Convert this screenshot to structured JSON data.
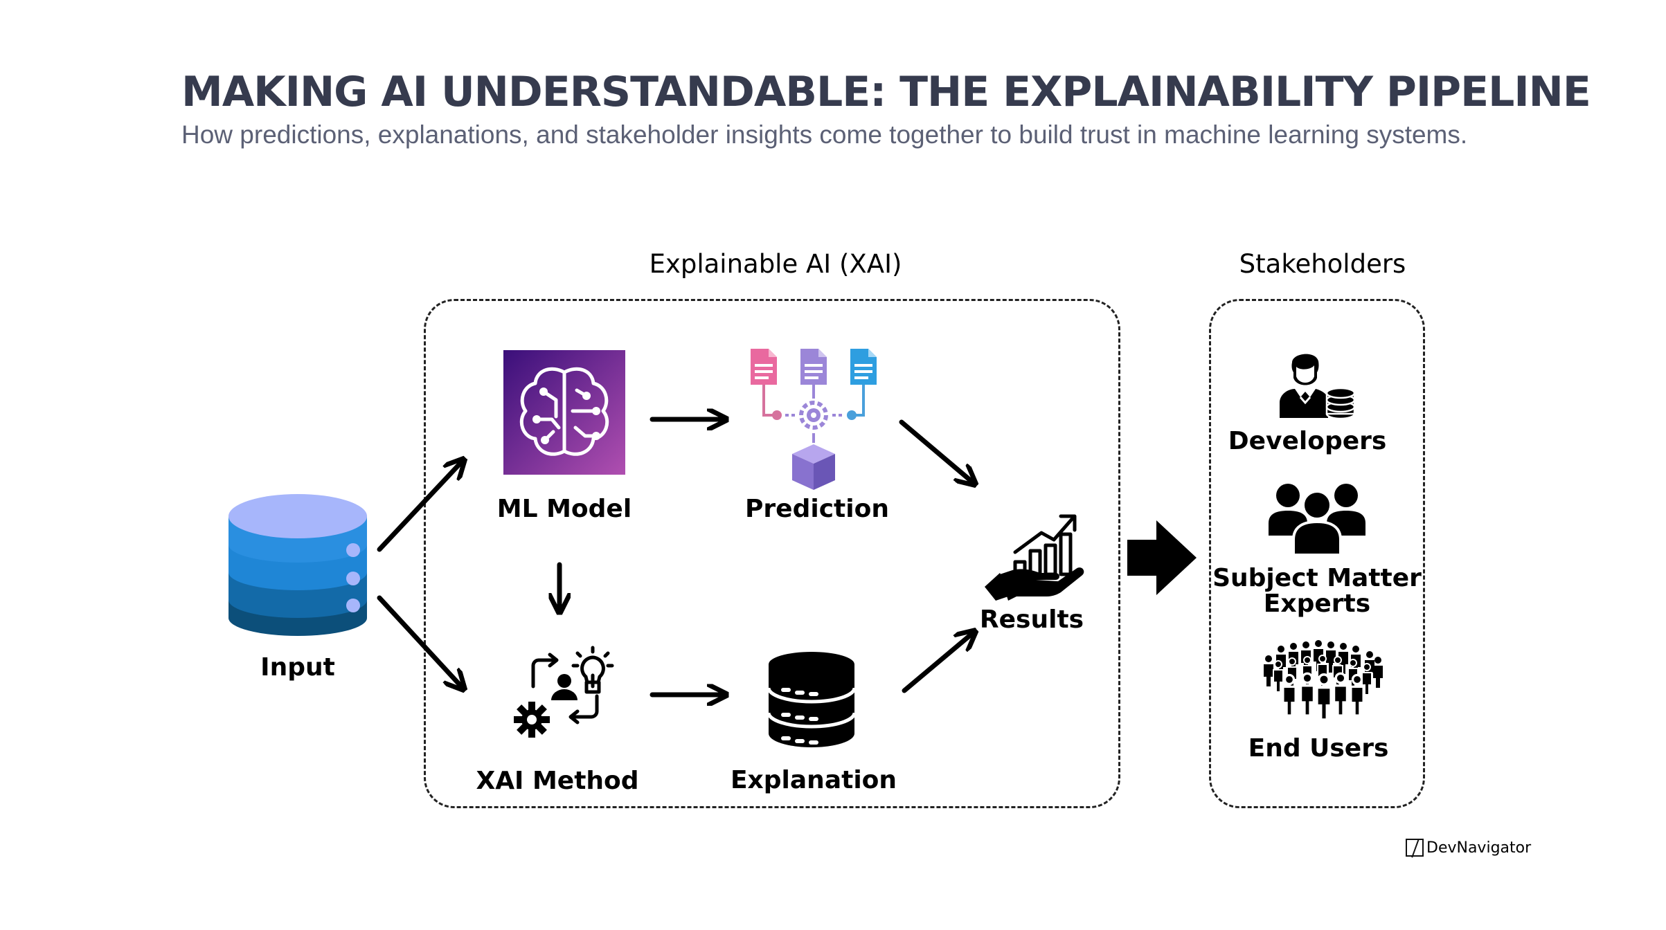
{
  "header": {
    "title": "MAKING AI UNDERSTANDABLE: THE EXPLAINABILITY PIPELINE",
    "subtitle": "How predictions, explanations, and stakeholder insights come together to build trust in machine learning systems."
  },
  "groups": {
    "xai_title": "Explainable AI (XAI)",
    "stakeholders_title": "Stakeholders"
  },
  "nodes": {
    "input": "Input",
    "ml_model": "ML Model",
    "prediction": "Prediction",
    "xai_method": "XAI Method",
    "explanation": "Explanation",
    "results": "Results"
  },
  "stakeholders": {
    "developers": "Developers",
    "sme_line1": "Subject Matter",
    "sme_line2": "Experts",
    "end_users": "End Users"
  },
  "icons": {
    "input": "database-icon",
    "ml_model": "brain-circuit-icon",
    "prediction": "documents-gear-icon",
    "xai_method": "workflow-lightbulb-icon",
    "explanation": "server-stack-icon",
    "results": "hand-growth-chart-icon",
    "developers": "developer-database-icon",
    "sme": "group-icon",
    "end_users": "crowd-icon"
  },
  "colors": {
    "title": "#363b4e",
    "subtitle": "#5b6075",
    "db_top": "#a7b6fb",
    "db_band1": "#1f86d6",
    "db_band2": "#136aa8",
    "db_band3": "#0c4f7a",
    "ml_gradient_start": "#3a0f7a",
    "ml_gradient_end": "#b04fb0",
    "doc_pink": "#e9699f",
    "doc_purple": "#9b86d8",
    "doc_blue": "#2e9ee0"
  },
  "branding": {
    "name": "DevNavigator"
  }
}
